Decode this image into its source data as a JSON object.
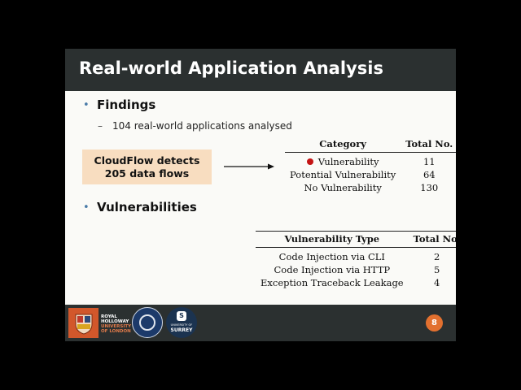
{
  "slide": {
    "title": "Real-world Application Analysis",
    "bullets": [
      {
        "marker": "•",
        "label": "Findings"
      },
      {
        "marker": "•",
        "label": "Vulnerabilities"
      }
    ],
    "subbullet": {
      "marker": "–",
      "text": "104 real-world applications analysed"
    },
    "detect_box": {
      "line1": "CloudFlow detects",
      "line2": "205 data flows"
    },
    "table1": {
      "headers": [
        "Category",
        "Total No."
      ],
      "rows": [
        {
          "label": "Vulnerability",
          "value": "11",
          "marker_color": "#c41414"
        },
        {
          "label": "Potential Vulnerability",
          "value": "64"
        },
        {
          "label": "No Vulnerability",
          "value": "130"
        }
      ]
    },
    "table2": {
      "headers": [
        "Vulnerability Type",
        "Total No."
      ],
      "rows": [
        {
          "label": "Code Injection via CLI",
          "value": "2"
        },
        {
          "label": "Code Injection via HTTP",
          "value": "5"
        },
        {
          "label": "Exception Traceback Leakage",
          "value": "4"
        }
      ]
    },
    "footer": {
      "logos": {
        "royal_holloway": {
          "line1": "ROYAL",
          "line2": "HOLLOWAY",
          "line3": "UNIVERSITY",
          "line4": "OF LONDON"
        },
        "surrey": {
          "top": "UNIVERSITY OF",
          "name": "SURREY",
          "badge": "S"
        }
      },
      "page_number": "8"
    },
    "colors": {
      "title_bar": "#2b3030",
      "bullet": "#4a7ba8",
      "highlight_box": "#f8ddc0",
      "page_badge": "#e2702f",
      "vuln_dot": "#c41414"
    }
  }
}
